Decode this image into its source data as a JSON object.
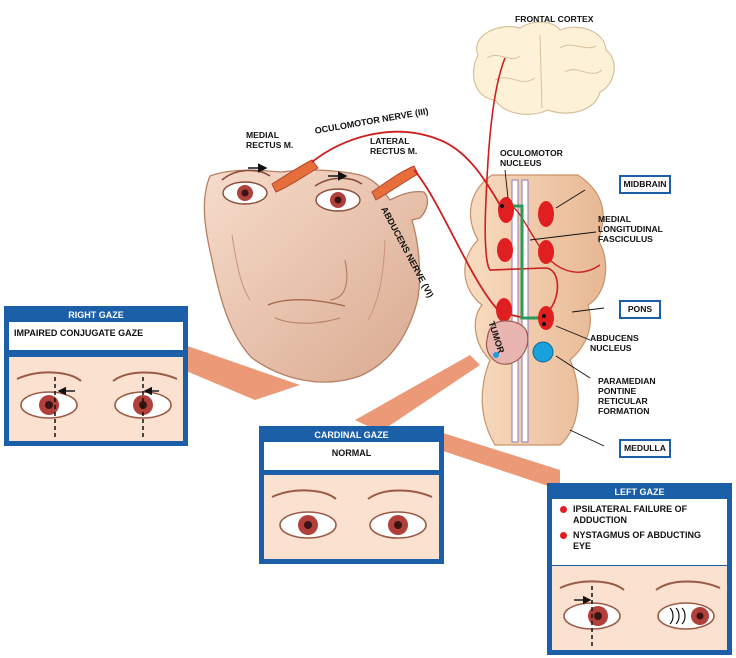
{
  "labels": {
    "frontal_cortex": "FRONTAL CORTEX",
    "medial_rectus": "MEDIAL\nRECTUS M.",
    "lateral_rectus": "LATERAL\nRECTUS M.",
    "oculomotor_nerve": "OCULOMOTOR NERVE (III)",
    "abducens_nerve": "ABDUCENS NERVE (VI)",
    "oculomotor_nucleus": "OCULOMOTOR\nNUCLEUS",
    "mlf": "MEDIAL\nLONGITUDINAL\nFASCICULUS",
    "abducens_nucleus": "ABDUCENS\nNUCLEUS",
    "pprf": "PARAMEDIAN\nPONTINE\nRETICULAR\nFORMATION",
    "tumor": "TUMOR"
  },
  "regions": {
    "midbrain": "MIDBRAIN",
    "pons": "PONS",
    "medulla": "MEDULLA"
  },
  "panels": {
    "right_gaze": {
      "title": "RIGHT GAZE",
      "message": "IMPAIRED CONJUGATE GAZE"
    },
    "cardinal_gaze": {
      "title": "CARDINAL GAZE",
      "message": "NORMAL"
    },
    "left_gaze": {
      "title": "LEFT GAZE",
      "bullets": [
        "IPSILATERAL FAILURE OF\nADDUCTION",
        "NYSTAGMUS OF ABDUCTING\nEYE"
      ]
    }
  },
  "colors": {
    "panel_blue": "#1b5fa8",
    "nerve_red": "#cc1f1f",
    "nucleus_red": "#e02020",
    "mlf_green": "#2e9a5a",
    "pprf_blue": "#1aa0dc",
    "skin": "#f2d2bd",
    "brainstem": "#f4cfae"
  }
}
